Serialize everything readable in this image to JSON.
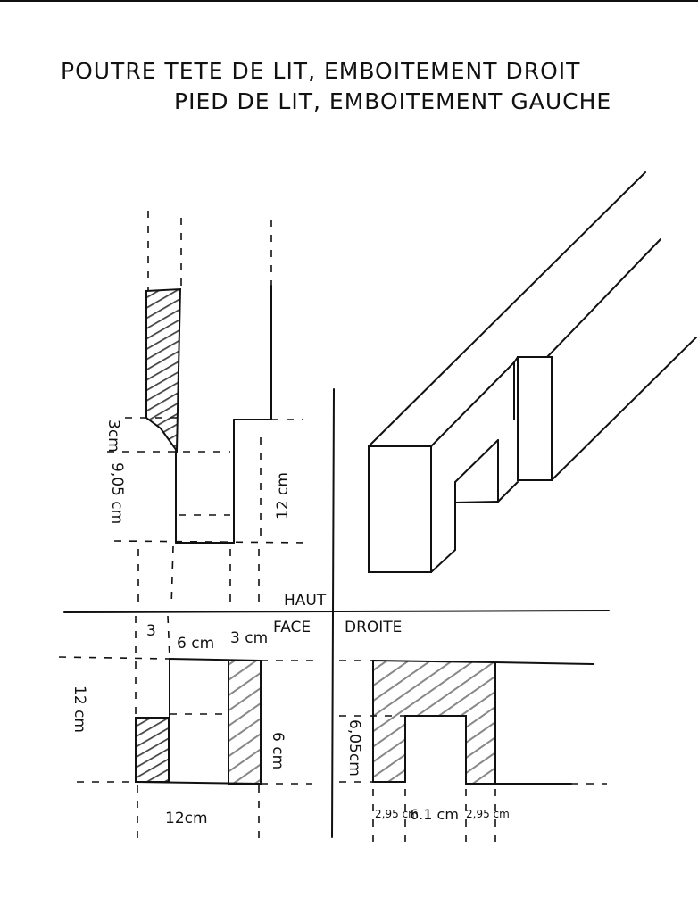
{
  "title": {
    "line1": "POUTRE TETE DE LIT, EMBOITEMENT DROIT",
    "line2": "PIED DE LIT, EMBOITEMENT GAUCHE"
  },
  "views": {
    "top": "HAUT",
    "front": "FACE",
    "right": "DROITE"
  },
  "top_view_dims": {
    "a": "3cm",
    "b": "9,05 cm",
    "c": "12 cm"
  },
  "front_view_dims": {
    "left_3": "3",
    "middle_6": "6 cm",
    "right_3": "3 cm",
    "height_12": "12 cm",
    "height_6": "6 cm",
    "width_12": "12cm"
  },
  "right_view_dims": {
    "height": "6,05cm",
    "left": "2,95 cm",
    "middle": "6.1 cm",
    "right": "2,95 cm"
  }
}
